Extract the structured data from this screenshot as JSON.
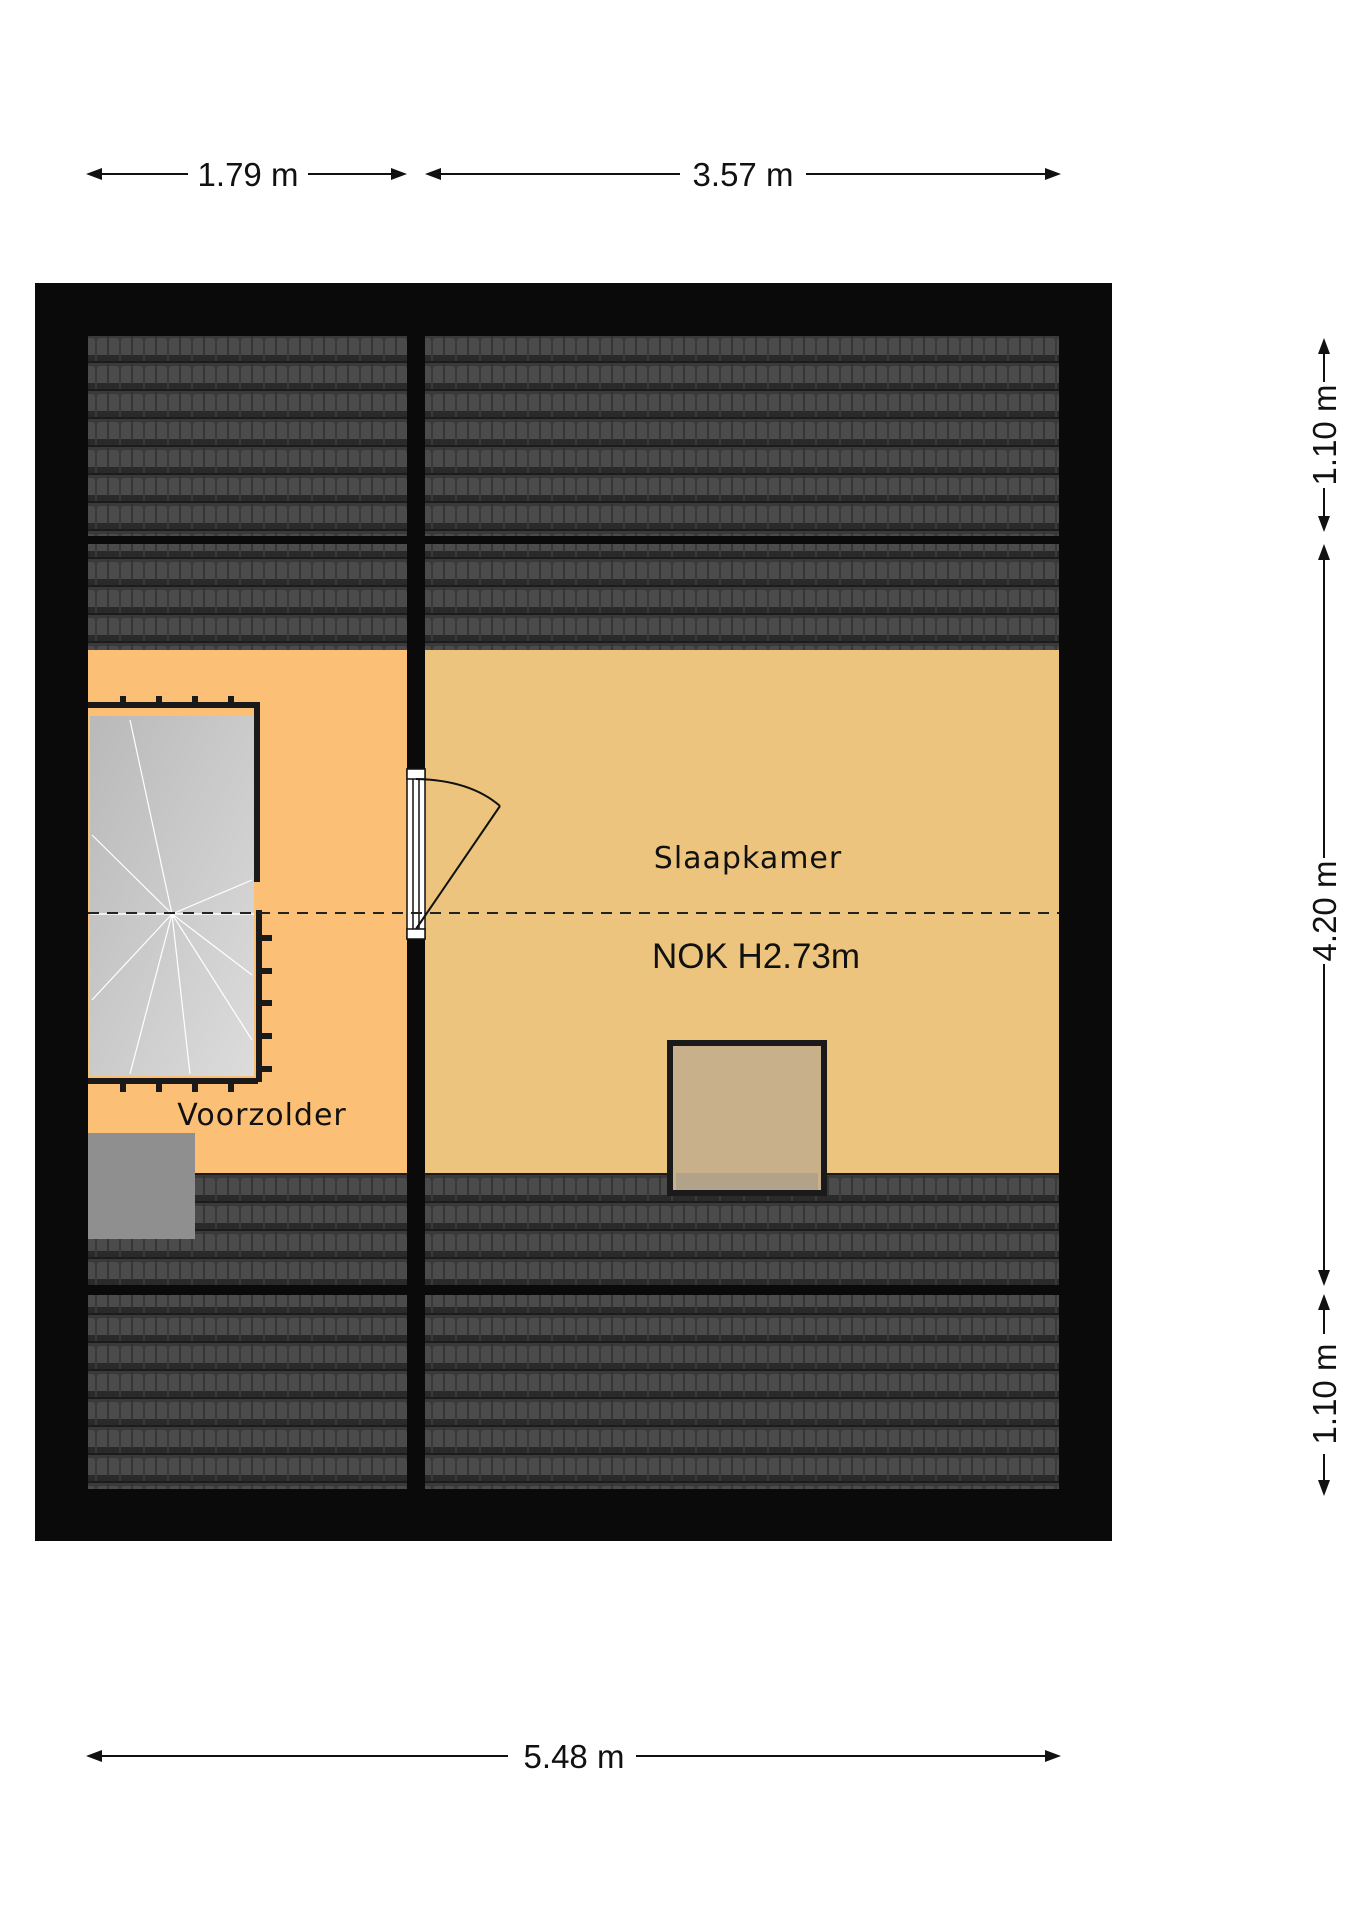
{
  "dimensions": {
    "top_left": "1.79 m",
    "top_right": "3.57 m",
    "bottom": "5.48 m",
    "right_top": "1.10 m",
    "right_middle": "4.20 m",
    "right_bottom": "1.10 m"
  },
  "rooms": {
    "slaapkamer": "Slaapkamer",
    "voorzolder": "Voorzolder"
  },
  "ridge_label": "NOK H2.73m",
  "colors": {
    "wall": "#0a0a0a",
    "roof_tile": "#3d3d3d",
    "voorzolder_floor": "#fbbf76",
    "slaapkamer_floor": "#ecc47e",
    "stair": "#c9c9c9",
    "skylight": "#c8b08a",
    "box": "#8f8f8f"
  }
}
